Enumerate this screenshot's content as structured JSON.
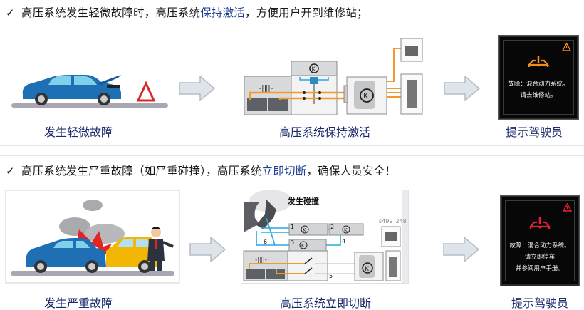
{
  "section1": {
    "check_icon": "check-mark-icon",
    "heading_before": "高压系统发生轻微故障时，高压系统",
    "heading_highlight": "保持激活",
    "heading_after": "，方便用户开到维修站；",
    "captions": [
      "发生轻微故障",
      "高压系统保持激活",
      "提示驾驶员"
    ],
    "dashboard": {
      "color": "#f28c1c",
      "lines": [
        "故障：混合动力系统。",
        "请去维修站。"
      ]
    }
  },
  "section2": {
    "check_icon": "check-mark-icon",
    "heading_before": "高压系统发生严重故障（如严重碰撞），高压系统",
    "heading_highlight": "立即切断",
    "heading_after": "，确保人员安全！",
    "captions": [
      "发生严重故障",
      "高压系统立即切断",
      "提示驾驶员"
    ],
    "diagram": {
      "title": "发生碰撞",
      "ref_code": "s499_248",
      "labels": [
        "1",
        "2",
        "3",
        "4",
        "5",
        "6"
      ]
    },
    "dashboard": {
      "color": "#e8213a",
      "lines": [
        "故障：混合动力系统。",
        "请立即停车",
        "并参阅用户手册。"
      ]
    }
  },
  "colors": {
    "highlight_text": "#1f3f8f",
    "caption_text": "#1c2a6b",
    "hv_cable": "#f39a2c",
    "signal_line": "#2aa7e0",
    "car_blue": "#1f6fb5",
    "car_yellow": "#f2b705",
    "warning_triangle": "#d42a2a"
  }
}
